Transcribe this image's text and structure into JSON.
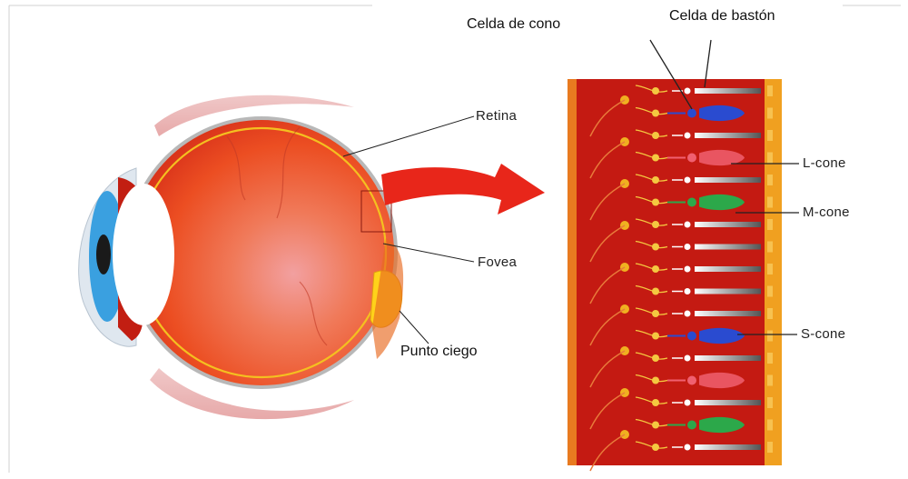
{
  "diagram": {
    "labels": {
      "cone_cell": "Celda de cono",
      "rod_cell": "Celda de bastón",
      "retina": "Retina",
      "fovea": "Fovea",
      "blind_spot": "Punto  ciego",
      "l_cone": "L-cone",
      "m_cone": "M-cone",
      "s_cone": "S-cone"
    },
    "colors": {
      "eye_red": "#e8341c",
      "retina_panel": "#c41a12",
      "l_cone": "#f06070",
      "m_cone": "#2ca84a",
      "s_cone": "#2a4bd0",
      "fovea_yellow": "#ffd21a",
      "iris": "#3aa0e0"
    },
    "receptor_sequence": [
      "rod",
      "s",
      "rod",
      "l",
      "rod",
      "m",
      "rod",
      "rod",
      "rod",
      "rod",
      "rod",
      "s",
      "rod",
      "l",
      "rod",
      "m",
      "rod"
    ]
  }
}
